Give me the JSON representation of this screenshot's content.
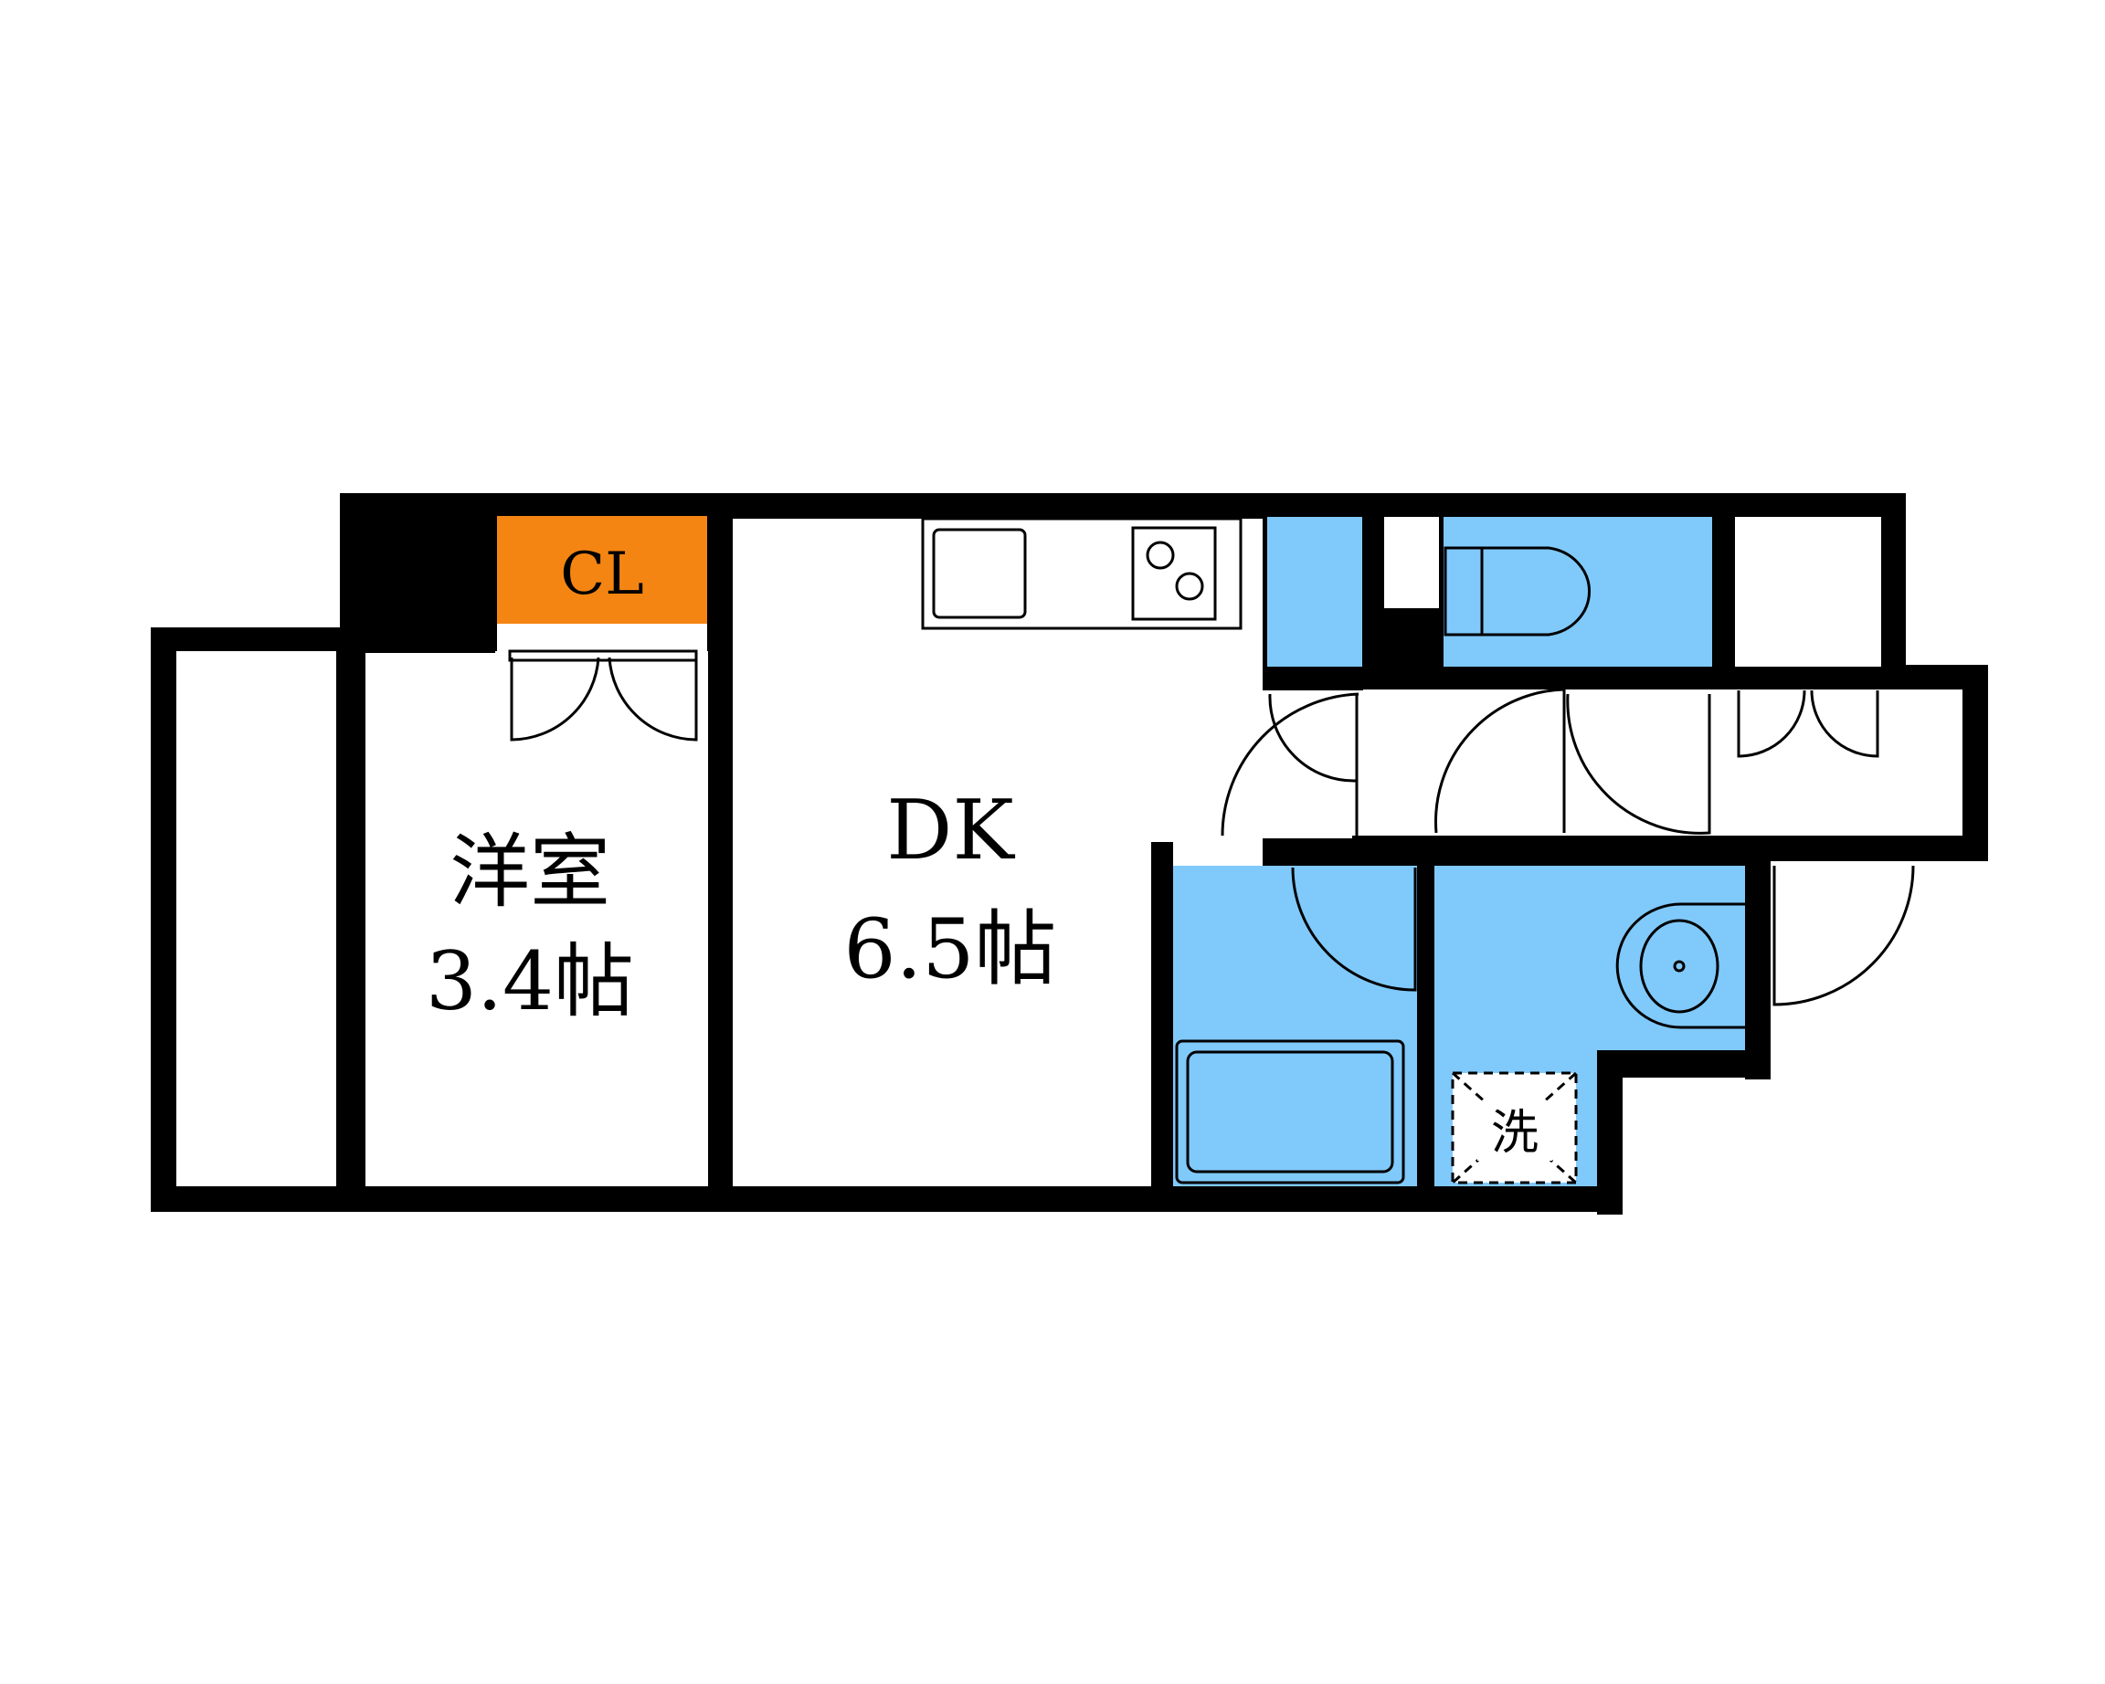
{
  "rooms": {
    "western": {
      "name": "洋室",
      "size": "3.4帖"
    },
    "dk": {
      "name": "DK",
      "size": "6.5帖"
    },
    "closet": {
      "label": "CL"
    },
    "laundry": {
      "label": "洗"
    }
  },
  "colors": {
    "wall": "#000000",
    "floor": "#ffffff",
    "wet_area": "#80c9fb",
    "closet": "#f58512",
    "fixture_line": "#000000"
  },
  "icons": [
    "door-swing-icon",
    "sink-icon",
    "stove-icon",
    "toilet-icon",
    "bathtub-icon",
    "washbasin-icon",
    "washer-space-icon",
    "window-icon"
  ]
}
